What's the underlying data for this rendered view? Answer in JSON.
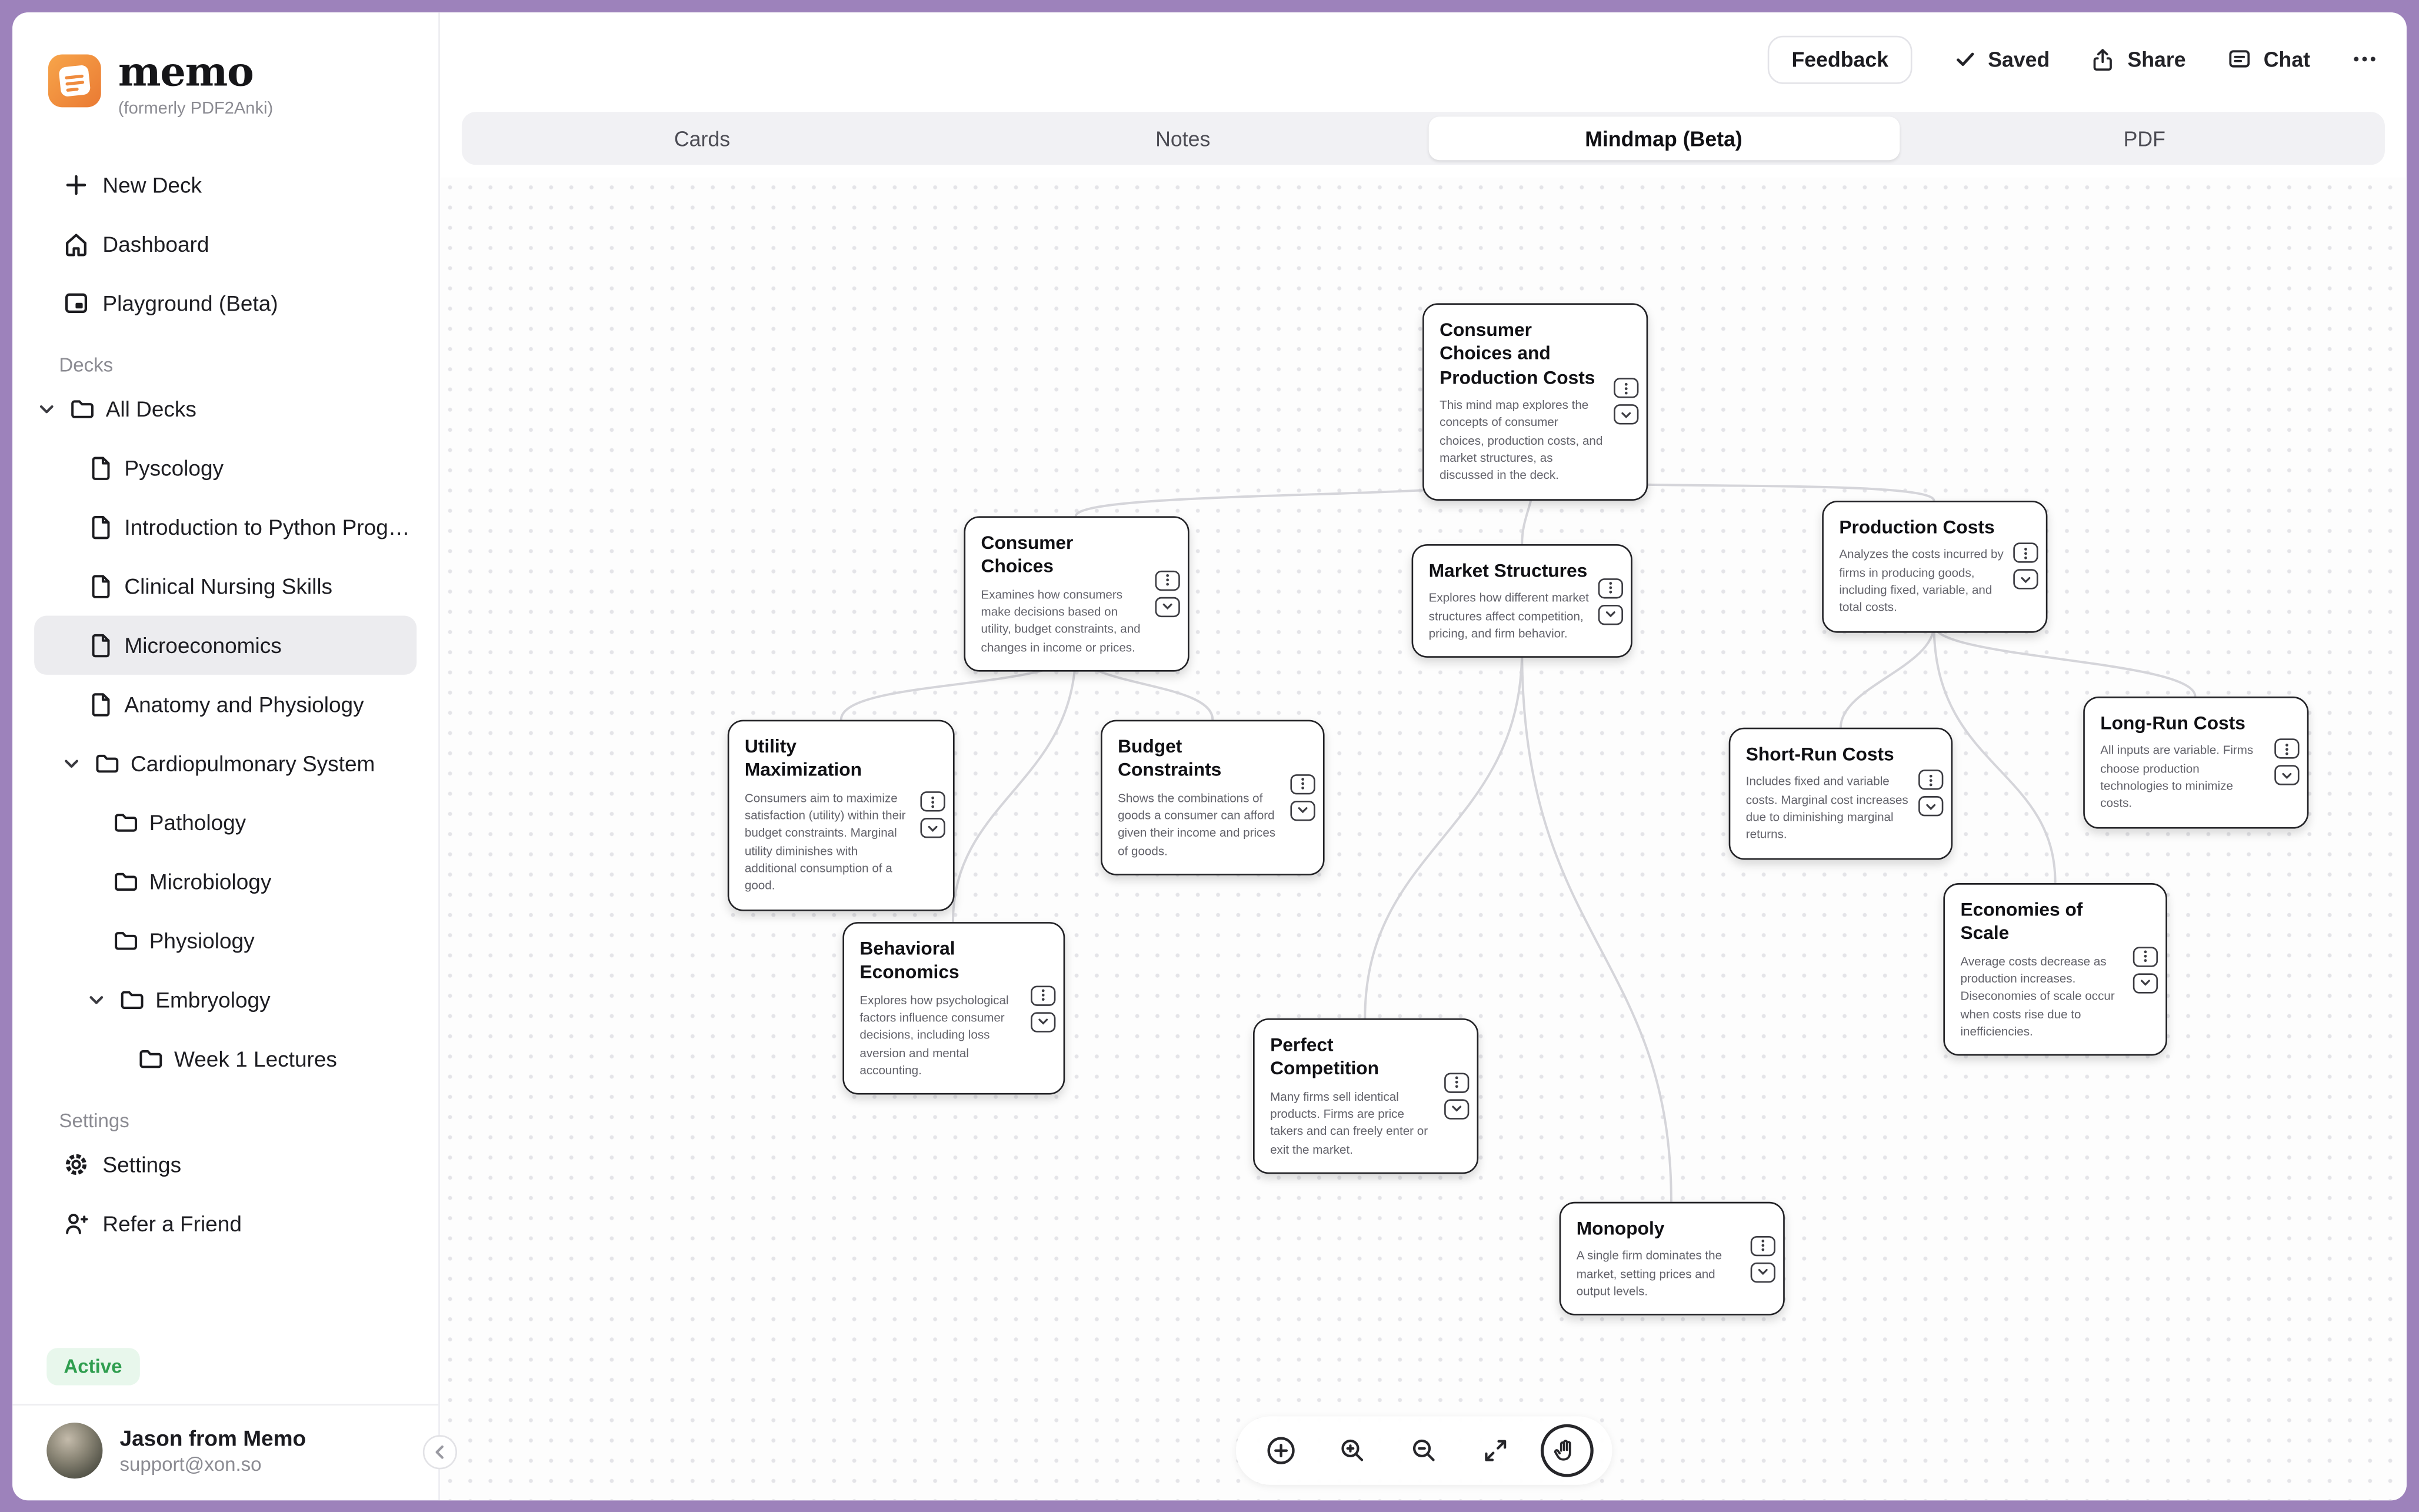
{
  "colors": {
    "frame_purple": "#9d82bb",
    "logo_orange": "#f08c3c",
    "badge_green_bg": "#e8f7ec",
    "badge_green_text": "#2f9e4f",
    "selected_row_bg": "#ececef"
  },
  "sidebar": {
    "brand": {
      "name": "memo",
      "subtitle": "(formerly PDF2Anki)"
    },
    "nav": [
      {
        "label": "New Deck"
      },
      {
        "label": "Dashboard"
      },
      {
        "label": "Playground (Beta)"
      }
    ],
    "decks_label": "Decks",
    "tree": [
      {
        "label": "All Decks"
      },
      {
        "label": "Pyscology"
      },
      {
        "label": "Introduction to Python Progra..."
      },
      {
        "label": "Clinical Nursing Skills"
      },
      {
        "label": "Microeconomics"
      },
      {
        "label": "Anatomy and Physiology"
      },
      {
        "label": "Cardiopulmonary System"
      },
      {
        "label": "Pathology"
      },
      {
        "label": "Microbiology"
      },
      {
        "label": "Physiology"
      },
      {
        "label": "Embryology"
      },
      {
        "label": "Week 1 Lectures"
      }
    ],
    "settings_label": "Settings",
    "settings_items": [
      {
        "label": "Settings"
      },
      {
        "label": "Refer a Friend"
      }
    ],
    "status_badge": "Active",
    "user": {
      "name": "Jason from Memo",
      "email": "support@xon.so"
    }
  },
  "header": {
    "feedback": "Feedback",
    "saved": "Saved",
    "share": "Share",
    "chat": "Chat"
  },
  "tabs": [
    {
      "label": "Cards"
    },
    {
      "label": "Notes"
    },
    {
      "label": "Mindmap (Beta)",
      "active": true
    },
    {
      "label": "PDF"
    }
  ],
  "mindmap": {
    "nodes": [
      {
        "title": "Consumer Choices and Production Costs",
        "parent": null,
        "description": "This mind map explores the concepts of consumer choices, production costs, and market structures, as discussed in the deck."
      },
      {
        "title": "Consumer Choices",
        "parent": "Consumer Choices and Production Costs",
        "description": "Examines how consumers make decisions based on utility, budget constraints, and changes in income or prices."
      },
      {
        "title": "Market Structures",
        "parent": "Consumer Choices and Production Costs",
        "description": "Explores how different market structures affect competition, pricing, and firm behavior."
      },
      {
        "title": "Production Costs",
        "parent": "Consumer Choices and Production Costs",
        "description": "Analyzes the costs incurred by firms in producing goods, including fixed, variable, and total costs."
      },
      {
        "title": "Utility Maximization",
        "parent": "Consumer Choices",
        "description": "Consumers aim to maximize satisfaction (utility) within their budget constraints. Marginal utility diminishes with additional consumption of a good."
      },
      {
        "title": "Budget Constraints",
        "parent": "Consumer Choices",
        "description": "Shows the combinations of goods a consumer can afford given their income and prices of goods."
      },
      {
        "title": "Behavioral Economics",
        "parent": "Consumer Choices",
        "description": "Explores how psychological factors influence consumer decisions, including loss aversion and mental accounting."
      },
      {
        "title": "Perfect Competition",
        "parent": "Market Structures",
        "description": "Many firms sell identical products. Firms are price takers and can freely enter or exit the market."
      },
      {
        "title": "Monopoly",
        "parent": "Market Structures",
        "description": "A single firm dominates the market, setting prices and output levels."
      },
      {
        "title": "Short-Run Costs",
        "parent": "Production Costs",
        "description": "Includes fixed and variable costs. Marginal cost increases due to diminishing marginal returns."
      },
      {
        "title": "Long-Run Costs",
        "parent": "Production Costs",
        "description": "All inputs are variable. Firms choose production technologies to minimize costs."
      },
      {
        "title": "Economies of Scale",
        "parent": "Production Costs",
        "description": "Average costs decrease as production increases. Diseconomies of scale occur when costs rise due to inefficiencies."
      }
    ]
  },
  "canvas_toolbar": {
    "buttons": [
      "add-node",
      "zoom-in",
      "zoom-out",
      "fit-view",
      "pan-tool"
    ],
    "active": "pan-tool"
  }
}
